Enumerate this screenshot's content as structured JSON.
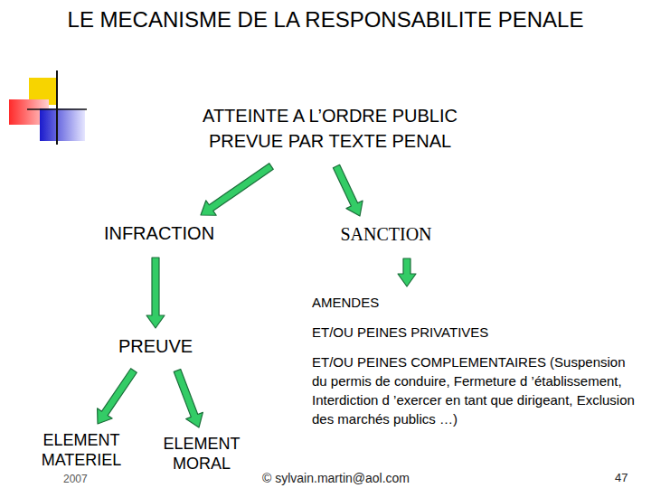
{
  "diagram": {
    "title": "LE MECANISME DE LA RESPONSABILITE PENALE",
    "nodes": [
      {
        "text": [
          "ATTEINTE A L’ORDRE PUBLIC PREVUE PAR TEXTE PENAL"
        ]
      },
      {
        "text": [
          "INFRACTION"
        ]
      },
      {
        "text": [
          "SANCTION"
        ]
      },
      {
        "text": [
          "PREUVE"
        ]
      },
      {
        "text": [
          "ELEMENT MATERIEL"
        ]
      },
      {
        "text": [
          "ELEMENT MORAL"
        ]
      },
      {
        "text": [
          "AMENDES",
          "ET/OU PEINES PRIVATIVES",
          "ET/OU PEINES COMPLEMENTAIRES (Suspension du permis de conduire, Fermeture d ’établissement, Interdiction d ’exercer en tant que dirigeant, Exclusion des marchés publics …)"
        ]
      }
    ],
    "edges": [
      {
        "from": 0,
        "to": 1,
        "arrow": "to"
      },
      {
        "from": 0,
        "to": 2,
        "arrow": "to"
      },
      {
        "from": 1,
        "to": 3,
        "arrow": "to"
      },
      {
        "from": 2,
        "to": 6,
        "arrow": "to"
      },
      {
        "from": 3,
        "to": 4,
        "arrow": "to"
      },
      {
        "from": 3,
        "to": 5,
        "arrow": "to"
      }
    ],
    "labels": [
      "2007",
      "© sylvain.martin@aol.com",
      "47"
    ]
  }
}
